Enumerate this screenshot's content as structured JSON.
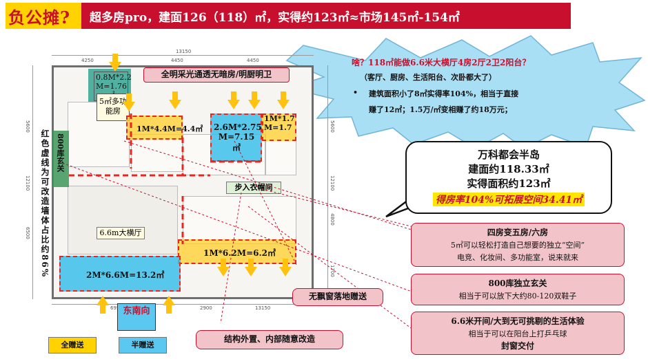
{
  "header": {
    "title": "负公摊?",
    "subtitle": "超多房pro，建面126（118）㎡，实得约123㎡≈市场145㎡-154㎡"
  },
  "plan": {
    "dims_top_total": "13150",
    "dims_top": [
      "4250",
      "4450",
      "4450"
    ],
    "dims_bottom": [
      "6950",
      "2900",
      "13150"
    ],
    "dims_left": [
      "5600",
      "12100",
      "6500"
    ],
    "dims_right": [
      "5600",
      "12100",
      "4800",
      "1700"
    ],
    "label_multi_room": "5㎡多功能房",
    "label_teal": "0.8M*2.2 M=1.76㎡",
    "label_yellow_top": "1M*4.4M=4.4㎡",
    "label_blue_top": "2.6M*2.75 M=7.15 ㎡",
    "label_yellow_right": "1M*1.7 M=1.7",
    "label_bright": "全明采光通透无暗房/明厨明卫",
    "label_entry": "800库玄关",
    "label_walkin": "步入衣帽间",
    "label_living": "6.6m大横厅",
    "label_balcony_yellow": "1M*6.2M=6.2㎡",
    "label_balcony_blue": "2M*6.6M=13.2㎡"
  },
  "left_note": "红色虚线为可改造墙体占比约86%",
  "burst": {
    "question": "啥？118㎡能做6.6米大横厅4房2厅2卫2阳台？",
    "sub": "（客厅、厨房、生活阳台、次卧都大了）",
    "bullet1": "建筑面积小了8㎡实得率104%，相当于直接",
    "bullet2": "赚了12㎡；1.5万/㎡变相赚了约18万元；"
  },
  "speech": {
    "line1": "万科都会半岛",
    "line2": "建面约118.33㎡",
    "line3": "实得面积约123㎡",
    "highlight": "得房率104%可拓展空间34.41㎡"
  },
  "boxes": {
    "rooms_title": "四房变五房/六房",
    "rooms_desc1": "5㎡可以轻松打造自己想要的独立“空间”",
    "rooms_desc2": "电竞、化妆间、多功能室，说来就来",
    "entry_title": "800库独立玄关",
    "entry_desc": "相当于可以放下大约80-120双鞋子",
    "window": "无飘窗落地赠送",
    "living_title": "6.6米开间/大到无可挑剔的生活体验",
    "living_desc": "相当于可以在阳台上打乒乓球",
    "living_note": "封窗交付",
    "structure": "结构外置、内部随意改造"
  },
  "legend": {
    "full": "全赠送",
    "half": "半赠送",
    "direction": "东南向"
  },
  "colors": {
    "accent_red": "#c8102e",
    "gift_yellow": "#ffd200",
    "gift_blue": "#5ac8f0",
    "burst_blue": "#a9dff5"
  }
}
